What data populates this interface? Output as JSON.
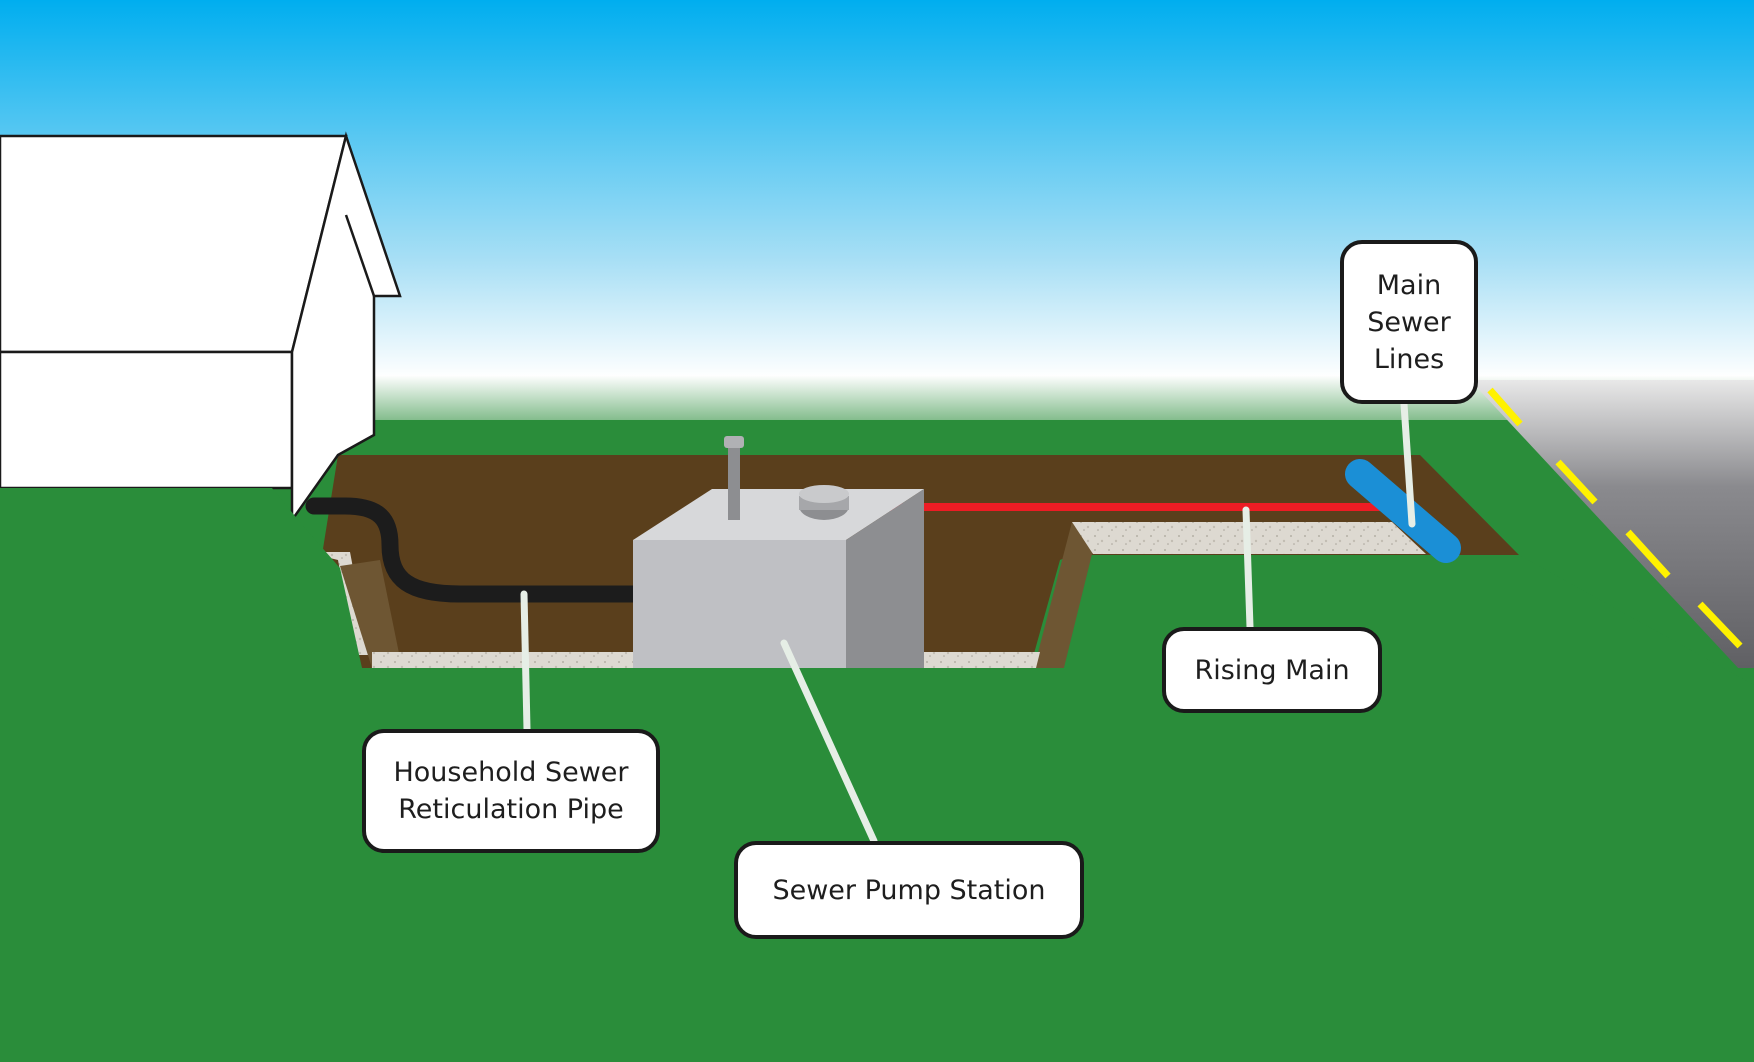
{
  "labels": {
    "main_sewer_lines": [
      "Main",
      "Sewer",
      "Lines"
    ],
    "rising_main": "Rising Main",
    "household_pipe": [
      "Household Sewer",
      "Reticulation Pipe"
    ],
    "pump_station": "Sewer Pump Station"
  },
  "colors": {
    "sky_top": "#00aeef",
    "sky_bottom": "#ffffff",
    "grass": "#2a8d3a",
    "trench_soil": "#5a3f1c",
    "trench_wall": "#6e5633",
    "gravel": "#dcd8d0",
    "road": "#6c6c70",
    "road_marking": "#fff200",
    "house": "#ffffff",
    "house_outline": "#1a1a1a",
    "household_pipe": "#1c1c1c",
    "rising_main": "#ed1c24",
    "main_sewer": "#1b8fd6",
    "pump_front": "#bfc0c4",
    "pump_top": "#d7d8da",
    "pump_side": "#8d8e91",
    "leader_line": "#e6eee6"
  }
}
